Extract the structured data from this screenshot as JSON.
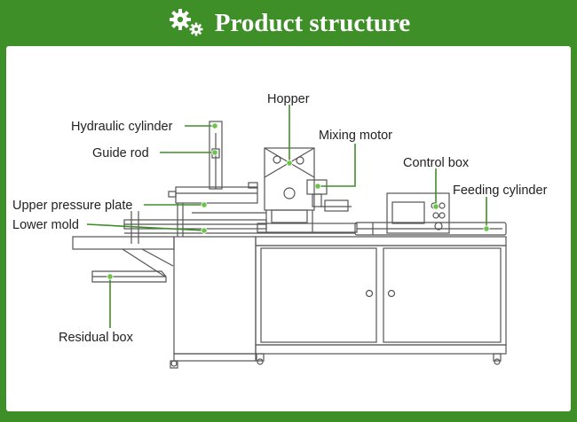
{
  "header": {
    "title": "Product structure",
    "icon": "gears-icon",
    "background_color": "#3f8f28",
    "title_color": "#ffffff"
  },
  "diagram": {
    "leader_color": "#3f8f28",
    "machine_stroke_color": "#555555",
    "labels": {
      "hydraulic_cylinder": "Hydraulic cylinder",
      "guide_rod": "Guide rod",
      "hopper": "Hopper",
      "mixing_motor": "Mixing motor",
      "control_box": "Control box",
      "feeding_cylinder": "Feeding cylinder",
      "upper_pressure_plate": "Upper pressure plate",
      "lower_mold": "Lower mold",
      "residual_box": "Residual box"
    }
  }
}
